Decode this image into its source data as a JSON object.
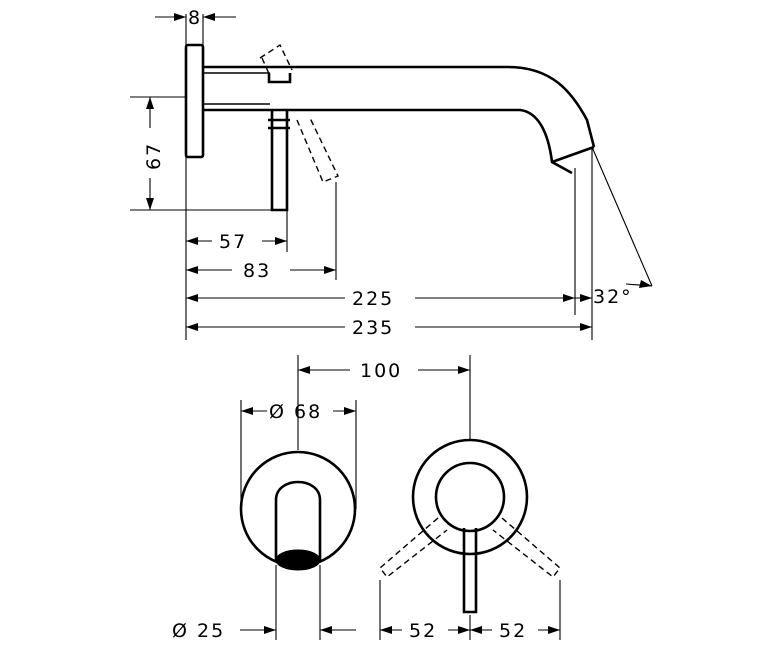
{
  "dimensions": {
    "rosette_thickness": "8",
    "outlet_height": "67",
    "handle_offset": "57",
    "handle_max": "83",
    "spout_projection": "225",
    "total_projection": "235",
    "spout_angle": "32°",
    "center_distance": "100",
    "rosette_diameter": "Ø 68",
    "spout_diameter": "Ø 25",
    "lever_left": "52",
    "lever_right": "52"
  }
}
